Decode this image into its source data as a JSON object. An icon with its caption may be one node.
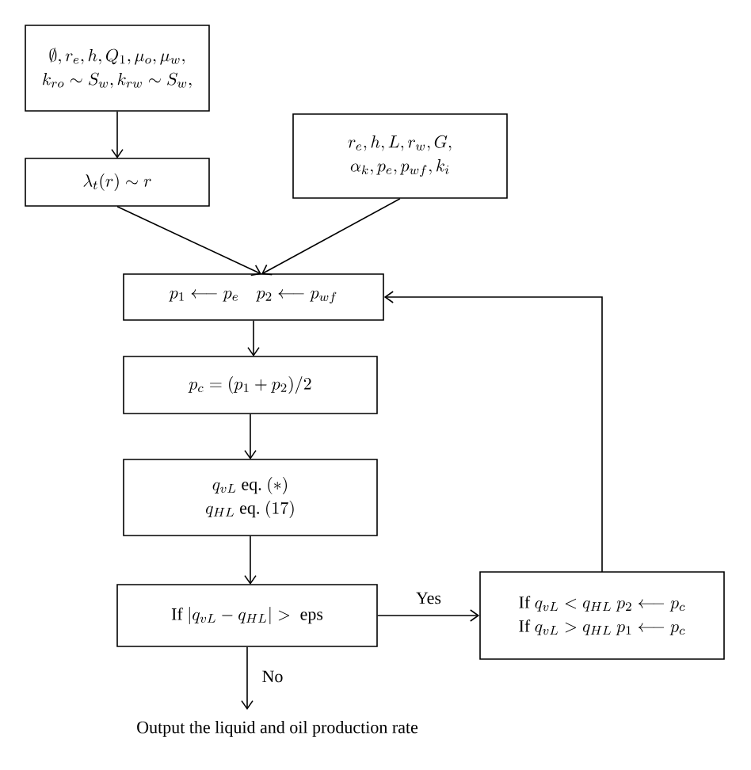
{
  "diagram": {
    "nodes": [
      {
        "text": [
          "\\emptyset, r_e, h, Q_1, \\mu_o, \\mu_w,",
          "k_{ro} \\sim S_w, k_{rw} \\sim S_w,"
        ]
      },
      {
        "text": [
          "\\lambda_t(r) \\sim r"
        ]
      },
      {
        "text": [
          "r_e, h, L, r_w, G,",
          "\\alpha_k, p_e, p_{wf}, k_i"
        ]
      },
      {
        "text": [
          "p_1 \\longleftarrow p_e \\quad p_2 \\longleftarrow p_{wf}"
        ]
      },
      {
        "text": [
          "p_c = (p_1 + p_2)/2"
        ]
      },
      {
        "text": [
          "q_{vL}\\ \\text{eq.}\\ (*)",
          "q_{HL}\\ \\text{eq.}\\ (17)"
        ]
      },
      {
        "text": [
          "\\text{If}\\ |q_{vL} - q_{HL}| > \\ \\text{eps}"
        ]
      },
      {
        "text": [
          "\\text{If}\\ q_{vL} < q_{HL}\\ p_2 \\longleftarrow p_c",
          "\\text{If}\\ q_{vL} > q_{HL}\\ p_1 \\longleftarrow p_c"
        ]
      },
      {
        "text": [
          "Output the liquid and oil production rate"
        ]
      }
    ],
    "edges": [
      {
        "from": 0,
        "to": 1,
        "arrow": "to"
      },
      {
        "from": 1,
        "to": 3,
        "arrow": "to"
      },
      {
        "from": 2,
        "to": 3,
        "arrow": "to"
      },
      {
        "from": 3,
        "to": 4,
        "arrow": "to"
      },
      {
        "from": 4,
        "to": 5,
        "arrow": "to"
      },
      {
        "from": 5,
        "to": 6,
        "arrow": "to"
      },
      {
        "from": 6,
        "to": 7,
        "arrow": "to",
        "label": "Yes"
      },
      {
        "from": 6,
        "to": 8,
        "arrow": "to",
        "label": "No"
      },
      {
        "from": 7,
        "to": 3,
        "arrow": "to"
      }
    ]
  }
}
